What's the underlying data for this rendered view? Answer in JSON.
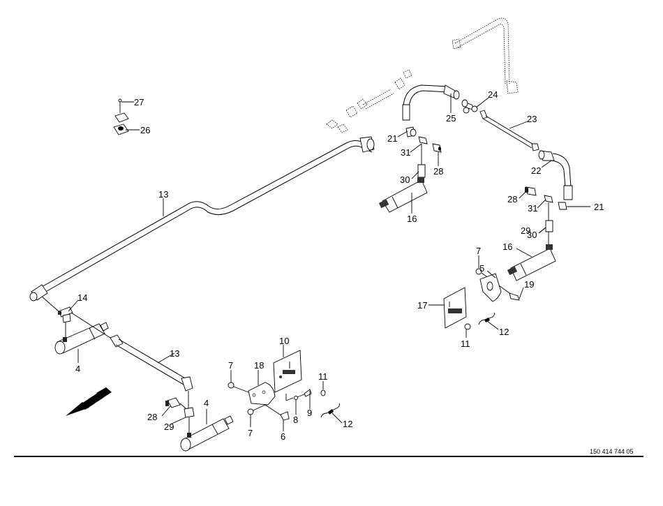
{
  "diagram": {
    "title": "Hydraulic lines exploded parts diagram",
    "drawing_number": "150 414 744 05",
    "callouts": [
      {
        "id": "c27",
        "label": "27"
      },
      {
        "id": "c26",
        "label": "26"
      },
      {
        "id": "c13a",
        "label": "13"
      },
      {
        "id": "c14",
        "label": "14"
      },
      {
        "id": "c4a",
        "label": "4"
      },
      {
        "id": "c13b",
        "label": "13"
      },
      {
        "id": "c28a",
        "label": "28"
      },
      {
        "id": "c29a",
        "label": "29"
      },
      {
        "id": "c4b",
        "label": "4"
      },
      {
        "id": "c7a",
        "label": "7"
      },
      {
        "id": "c18",
        "label": "18"
      },
      {
        "id": "c10",
        "label": "10"
      },
      {
        "id": "c7b",
        "label": "7"
      },
      {
        "id": "c6",
        "label": "6"
      },
      {
        "id": "c8",
        "label": "8"
      },
      {
        "id": "c9",
        "label": "9"
      },
      {
        "id": "c11a",
        "label": "11"
      },
      {
        "id": "c12a",
        "label": "12"
      },
      {
        "id": "c25",
        "label": "25"
      },
      {
        "id": "c24",
        "label": "24"
      },
      {
        "id": "c23",
        "label": "23"
      },
      {
        "id": "c21a",
        "label": "21"
      },
      {
        "id": "c31a",
        "label": "31"
      },
      {
        "id": "c28b",
        "label": "28"
      },
      {
        "id": "c30a",
        "label": "30"
      },
      {
        "id": "c16a",
        "label": "16"
      },
      {
        "id": "c22",
        "label": "22"
      },
      {
        "id": "c28c",
        "label": "28"
      },
      {
        "id": "c31b",
        "label": "31"
      },
      {
        "id": "c21b",
        "label": "21"
      },
      {
        "id": "c29b",
        "label": "29"
      },
      {
        "id": "c30b",
        "label": "30"
      },
      {
        "id": "c16b",
        "label": "16"
      },
      {
        "id": "c7c",
        "label": "7"
      },
      {
        "id": "c5",
        "label": "5"
      },
      {
        "id": "c19",
        "label": "19"
      },
      {
        "id": "c17",
        "label": "17"
      },
      {
        "id": "c11b",
        "label": "11"
      },
      {
        "id": "c12b",
        "label": "12"
      }
    ],
    "direction_arrow": "travel-direction-arrow",
    "line_color": "#000000",
    "background": "#ffffff"
  }
}
